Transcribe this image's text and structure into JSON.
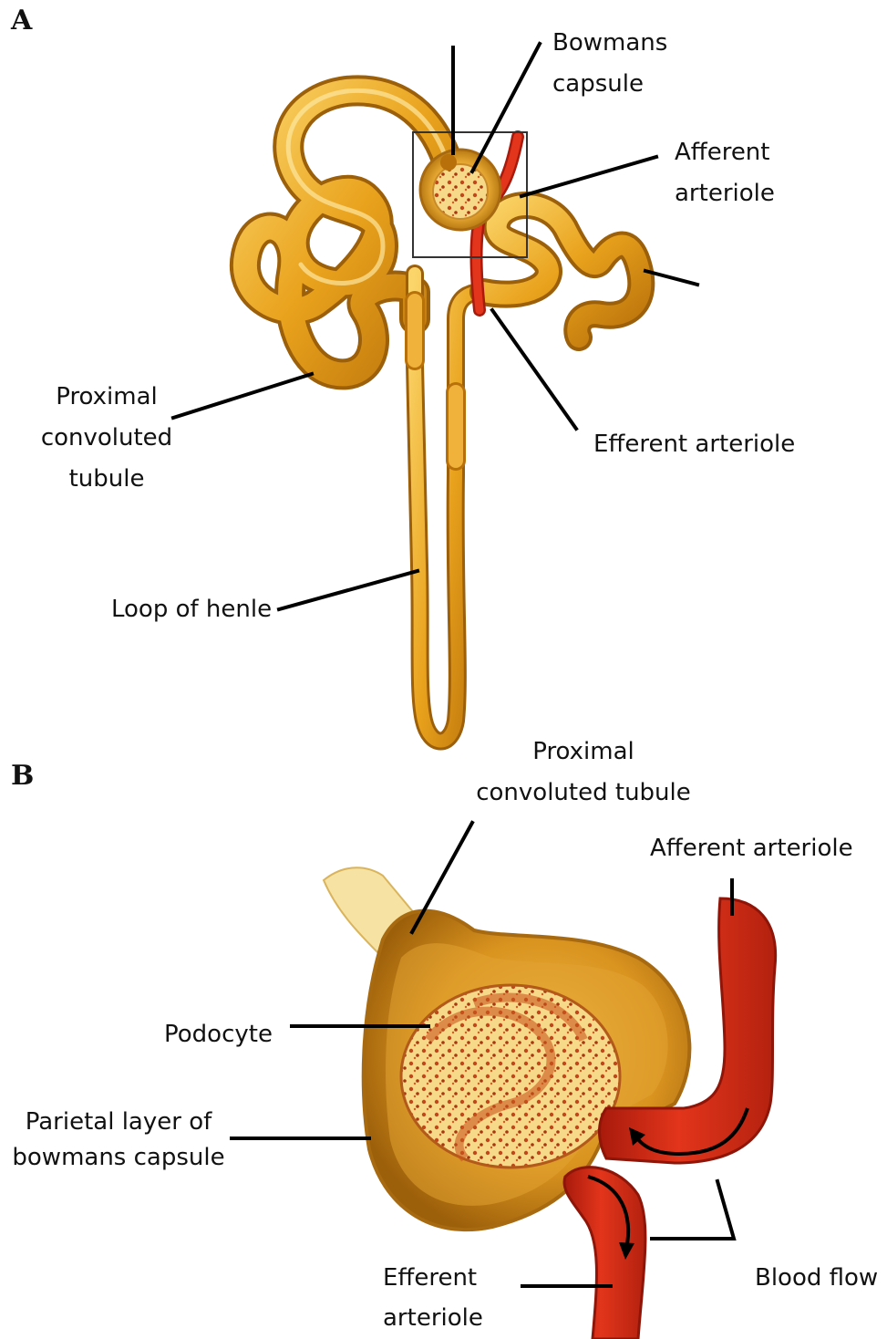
{
  "panel_a": {
    "letter": "A",
    "labels": {
      "bowmans_capsule": [
        "Bowmans",
        "capsule"
      ],
      "afferent_arteriole": [
        "Afferent",
        "arteriole"
      ],
      "efferent_arteriole": "Efferent arteriole",
      "proximal_convoluted_tubule": [
        "Proximal",
        "convoluted",
        "tubule"
      ],
      "loop_of_henle": "Loop of henle"
    }
  },
  "panel_b": {
    "letter": "B",
    "labels": {
      "proximal_convoluted_tubule": [
        "Proximal",
        "convoluted tubule"
      ],
      "afferent_arteriole": "Afferent arteriole",
      "podocyte": "Podocyte",
      "parietal_layer": [
        "Parietal layer of",
        "bowmans capsule"
      ],
      "efferent_arteriole": [
        "Efferent",
        "arteriole"
      ],
      "blood_flow": "Blood flow"
    }
  },
  "colors": {
    "tubule": "#e9a21c",
    "tubule_dark": "#b8700a",
    "tubule_light": "#fbd56a",
    "vessel": "#e2351b",
    "vessel_dark": "#a81a0c",
    "capsule_inner": "#d9931f",
    "leader_line": "#000000"
  }
}
